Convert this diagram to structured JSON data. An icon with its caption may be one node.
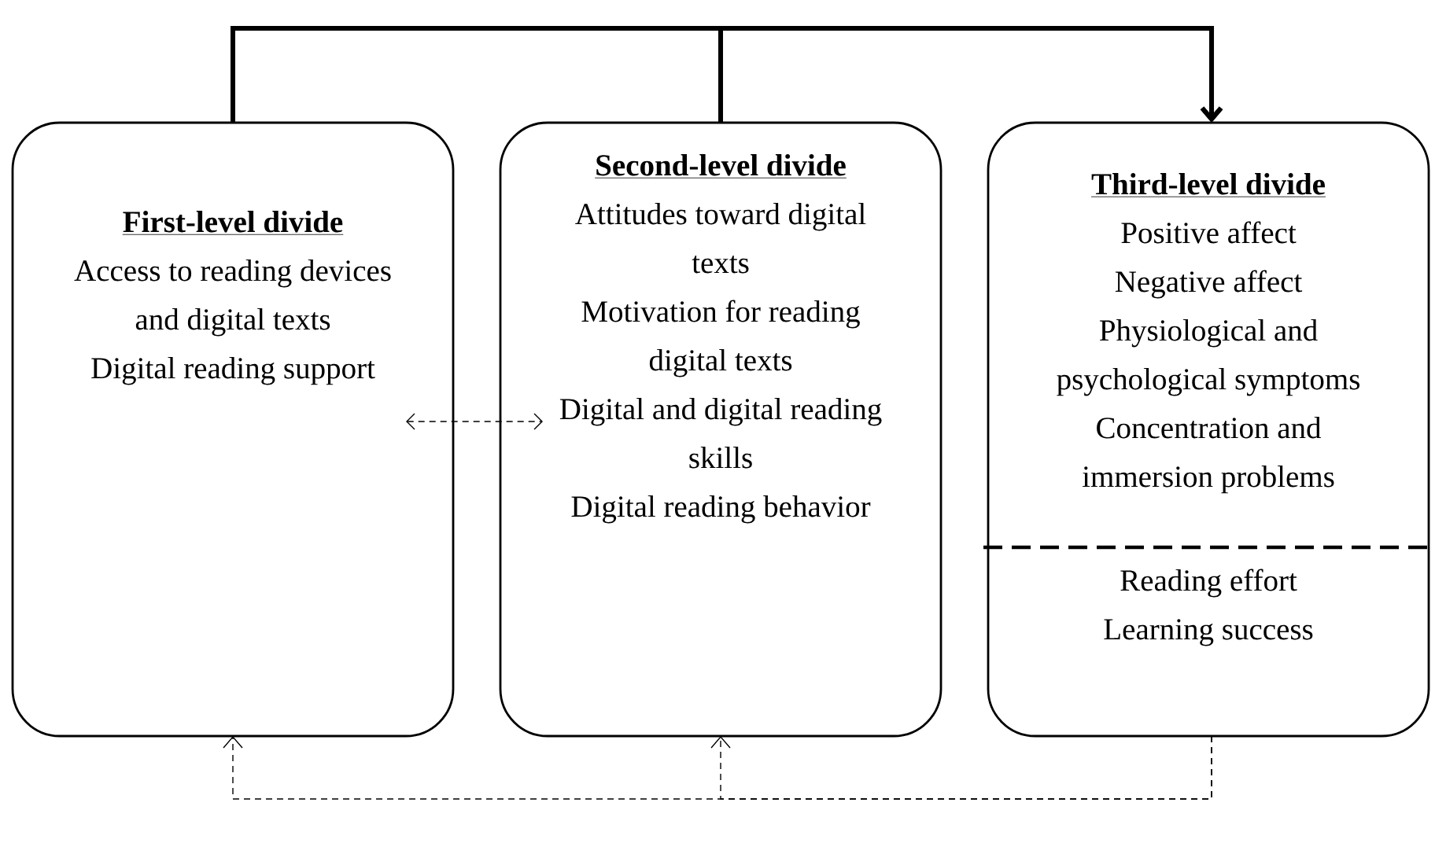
{
  "diagram": {
    "nodes": [
      {
        "text": [
          "First-level divide",
          "Access to reading devices and digital texts",
          "Digital reading support"
        ]
      },
      {
        "text": [
          "Second-level divide",
          "Attitudes toward digital texts",
          "Motivation for reading digital texts",
          "Digital and digital reading skills",
          "Digital reading behavior"
        ]
      },
      {
        "text": [
          "Third-level divide",
          "Positive affect",
          "Negative affect",
          "Physiological and psychological symptoms",
          "Concentration and immersion problems",
          "Reading effort",
          "Learning success"
        ]
      }
    ],
    "edges": [
      {
        "from": 0,
        "to": 2,
        "arrow": "to",
        "style": "thick"
      },
      {
        "from": 1,
        "to": 2,
        "arrow": "to",
        "style": "thick"
      },
      {
        "from": 0,
        "to": 1,
        "arrow": "both",
        "style": "dashed"
      },
      {
        "from": 2,
        "to": 0,
        "arrow": "to",
        "style": "dashed"
      },
      {
        "from": 2,
        "to": 1,
        "arrow": "to",
        "style": "dashed"
      }
    ]
  }
}
